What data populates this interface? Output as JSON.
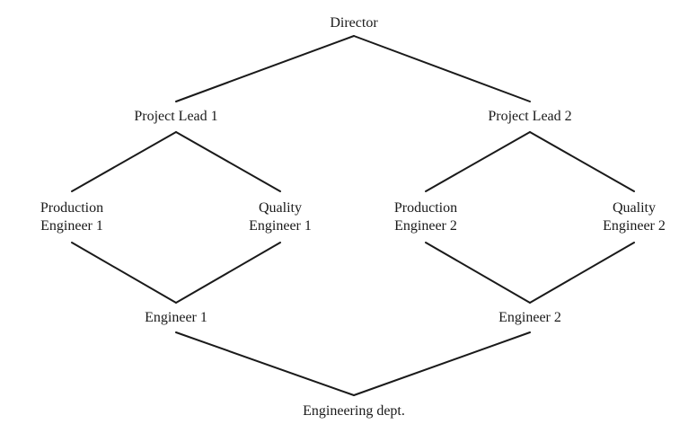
{
  "nodes": {
    "director": {
      "label": "Director"
    },
    "project_lead_1": {
      "label": "Project Lead 1"
    },
    "project_lead_2": {
      "label": "Project Lead 2"
    },
    "production_engineer_1": {
      "line1": "Production",
      "line2": "Engineer 1"
    },
    "quality_engineer_1": {
      "line1": "Quality",
      "line2": "Engineer 1"
    },
    "production_engineer_2": {
      "line1": "Production",
      "line2": "Engineer 2"
    },
    "quality_engineer_2": {
      "line1": "Quality",
      "line2": "Engineer 2"
    },
    "engineer_1": {
      "label": "Engineer 1"
    },
    "engineer_2": {
      "label": "Engineer 2"
    },
    "engineering_dept": {
      "label": "Engineering dept."
    }
  },
  "colors": {
    "line": "#1a1a1a",
    "text": "#1a1a1a",
    "background": "#ffffff"
  }
}
